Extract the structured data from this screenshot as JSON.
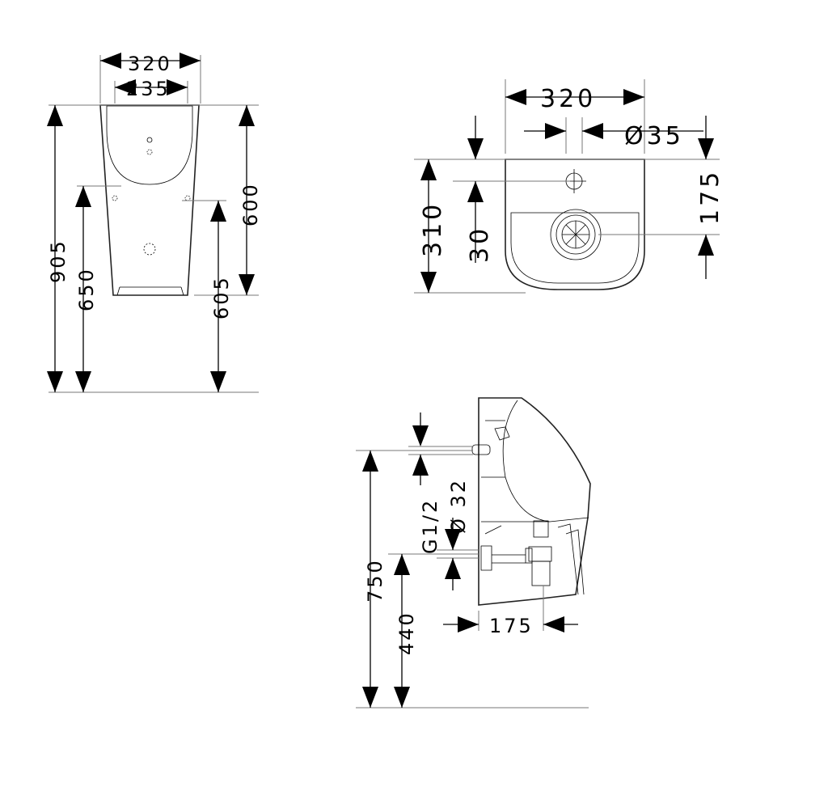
{
  "front_view": {
    "width_outer": "320",
    "width_inner": "235",
    "height_total": "905",
    "height_650": "650",
    "height_605": "605",
    "height_body": "600"
  },
  "top_view": {
    "width": "320",
    "diameter": "Ø35",
    "depth": "310",
    "offset_30": "30",
    "offset_175": "175"
  },
  "side_view": {
    "thread": "G1/2",
    "pipe_diameter": "Ø 32",
    "height_750": "750",
    "height_440": "440",
    "projection": "175"
  }
}
